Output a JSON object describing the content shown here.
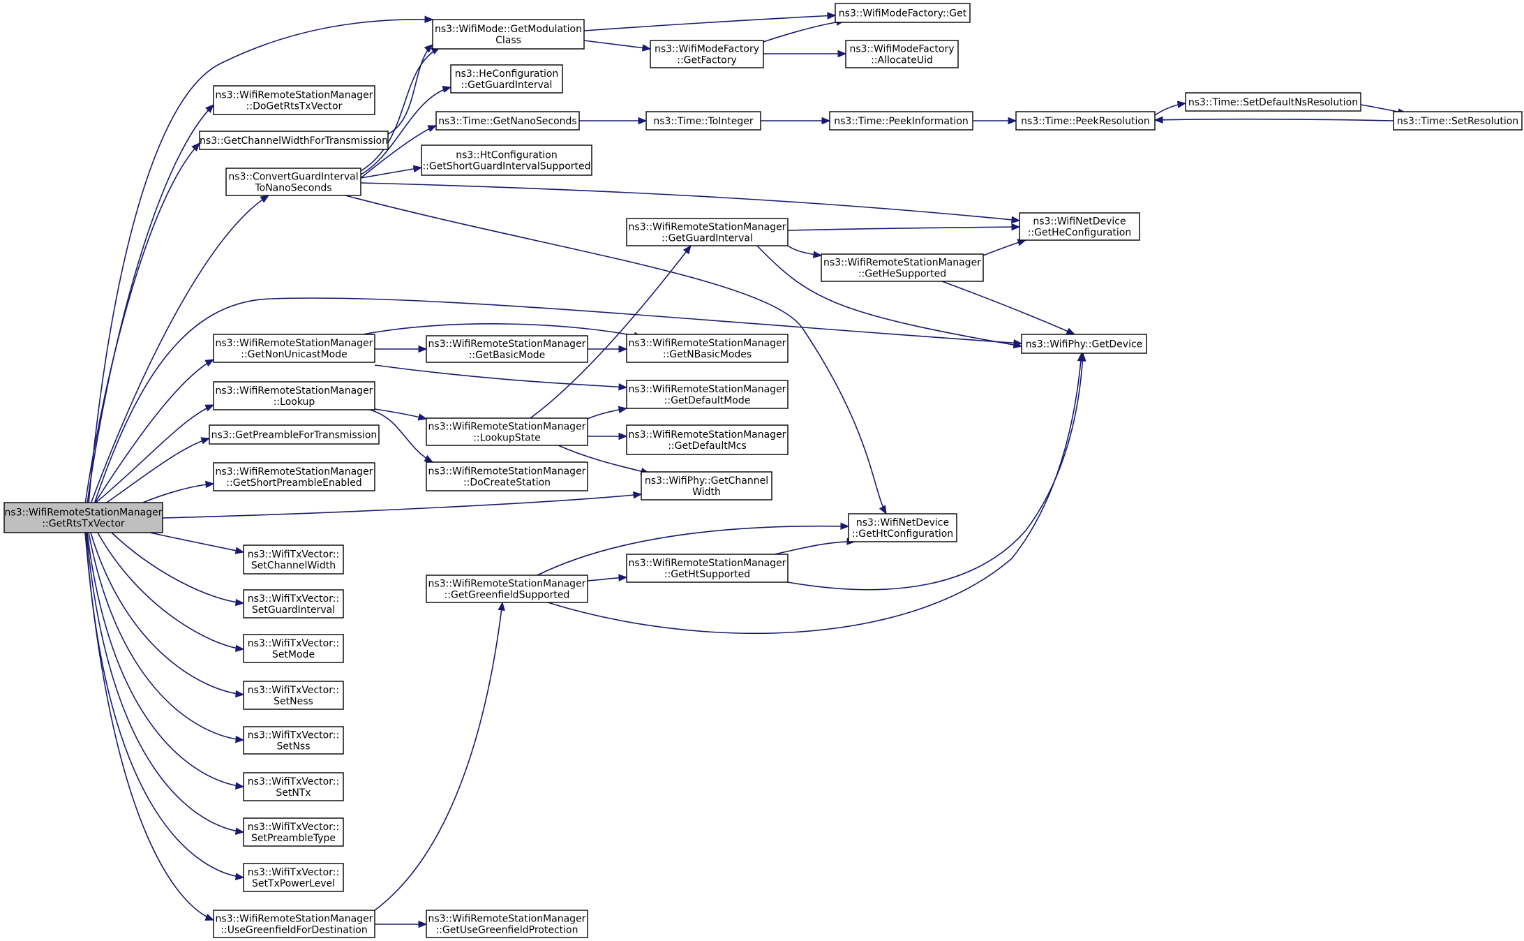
{
  "diagram": {
    "nodes": [
      {
        "id": "root",
        "lines": [
          "ns3::WifiRemoteStationManager",
          "::GetRtsTxVector"
        ]
      },
      {
        "id": "getModClass",
        "lines": [
          "ns3::WifiMode::GetModulation",
          "Class"
        ]
      },
      {
        "id": "modeFactoryGet",
        "lines": [
          "ns3::WifiModeFactory::Get"
        ]
      },
      {
        "id": "modeFactoryGetFactory",
        "lines": [
          "ns3::WifiModeFactory",
          "::GetFactory"
        ]
      },
      {
        "id": "allocateUid",
        "lines": [
          "ns3::WifiModeFactory",
          "::AllocateUid"
        ]
      },
      {
        "id": "doGetRts",
        "lines": [
          "ns3::WifiRemoteStationManager",
          "::DoGetRtsTxVector"
        ]
      },
      {
        "id": "heGuard",
        "lines": [
          "ns3::HeConfiguration",
          "::GetGuardInterval"
        ]
      },
      {
        "id": "chanWidthTx",
        "lines": [
          "ns3::GetChannelWidthForTransmission"
        ]
      },
      {
        "id": "getNano",
        "lines": [
          "ns3::Time::GetNanoSeconds"
        ]
      },
      {
        "id": "toInteger",
        "lines": [
          "ns3::Time::ToInteger"
        ]
      },
      {
        "id": "peekInfo",
        "lines": [
          "ns3::Time::PeekInformation"
        ]
      },
      {
        "id": "peekRes",
        "lines": [
          "ns3::Time::PeekResolution"
        ]
      },
      {
        "id": "setDefNs",
        "lines": [
          "ns3::Time::SetDefaultNsResolution"
        ]
      },
      {
        "id": "setRes",
        "lines": [
          "ns3::Time::SetResolution"
        ]
      },
      {
        "id": "convGuard",
        "lines": [
          "ns3::ConvertGuardInterval",
          "ToNanoSeconds"
        ]
      },
      {
        "id": "htShortGi",
        "lines": [
          "ns3::HtConfiguration",
          "::GetShortGuardIntervalSupported"
        ]
      },
      {
        "id": "wrsmGuard",
        "lines": [
          "ns3::WifiRemoteStationManager",
          "::GetGuardInterval"
        ]
      },
      {
        "id": "getHeConf",
        "lines": [
          "ns3::WifiNetDevice",
          "::GetHeConfiguration"
        ]
      },
      {
        "id": "heSupported",
        "lines": [
          "ns3::WifiRemoteStationManager",
          "::GetHeSupported"
        ]
      },
      {
        "id": "nonUnicast",
        "lines": [
          "ns3::WifiRemoteStationManager",
          "::GetNonUnicastMode"
        ]
      },
      {
        "id": "basicMode",
        "lines": [
          "ns3::WifiRemoteStationManager",
          "::GetBasicMode"
        ]
      },
      {
        "id": "nBasicModes",
        "lines": [
          "ns3::WifiRemoteStationManager",
          "::GetNBasicModes"
        ]
      },
      {
        "id": "phyDevice",
        "lines": [
          "ns3::WifiPhy::GetDevice"
        ]
      },
      {
        "id": "lookup",
        "lines": [
          "ns3::WifiRemoteStationManager",
          "::Lookup"
        ]
      },
      {
        "id": "defaultMode",
        "lines": [
          "ns3::WifiRemoteStationManager",
          "::GetDefaultMode"
        ]
      },
      {
        "id": "lookupState",
        "lines": [
          "ns3::WifiRemoteStationManager",
          "::LookupState"
        ]
      },
      {
        "id": "defaultMcs",
        "lines": [
          "ns3::WifiRemoteStationManager",
          "::GetDefaultMcs"
        ]
      },
      {
        "id": "preambleTx",
        "lines": [
          "ns3::GetPreambleForTransmission"
        ]
      },
      {
        "id": "shortPreamble",
        "lines": [
          "ns3::WifiRemoteStationManager",
          "::GetShortPreambleEnabled"
        ]
      },
      {
        "id": "doCreate",
        "lines": [
          "ns3::WifiRemoteStationManager",
          "::DoCreateStation"
        ]
      },
      {
        "id": "phyChanWidth",
        "lines": [
          "ns3::WifiPhy::GetChannel",
          "Width"
        ]
      },
      {
        "id": "getHtConf",
        "lines": [
          "ns3::WifiNetDevice",
          "::GetHtConfiguration"
        ]
      },
      {
        "id": "setChanWidth",
        "lines": [
          "ns3::WifiTxVector::",
          "SetChannelWidth"
        ]
      },
      {
        "id": "htSupported",
        "lines": [
          "ns3::WifiRemoteStationManager",
          "::GetHtSupported"
        ]
      },
      {
        "id": "greenfield",
        "lines": [
          "ns3::WifiRemoteStationManager",
          "::GetGreenfieldSupported"
        ]
      },
      {
        "id": "setGuard",
        "lines": [
          "ns3::WifiTxVector::",
          "SetGuardInterval"
        ]
      },
      {
        "id": "setMode",
        "lines": [
          "ns3::WifiTxVector::",
          "SetMode"
        ]
      },
      {
        "id": "setNess",
        "lines": [
          "ns3::WifiTxVector::",
          "SetNess"
        ]
      },
      {
        "id": "setNss",
        "lines": [
          "ns3::WifiTxVector::",
          "SetNss"
        ]
      },
      {
        "id": "setNTx",
        "lines": [
          "ns3::WifiTxVector::",
          "SetNTx"
        ]
      },
      {
        "id": "setPreamble",
        "lines": [
          "ns3::WifiTxVector::",
          "SetPreambleType"
        ]
      },
      {
        "id": "setTxPower",
        "lines": [
          "ns3::WifiTxVector::",
          "SetTxPowerLevel"
        ]
      },
      {
        "id": "useGreenfield",
        "lines": [
          "ns3::WifiRemoteStationManager",
          "::UseGreenfieldForDestination"
        ]
      },
      {
        "id": "greenProt",
        "lines": [
          "ns3::WifiRemoteStationManager",
          "::GetUseGreenfieldProtection"
        ]
      }
    ],
    "edges": [
      [
        "root",
        "getModClass"
      ],
      [
        "root",
        "doGetRts"
      ],
      [
        "root",
        "chanWidthTx"
      ],
      [
        "root",
        "convGuard"
      ],
      [
        "root",
        "phyDevice"
      ],
      [
        "root",
        "nonUnicast"
      ],
      [
        "root",
        "lookup"
      ],
      [
        "root",
        "preambleTx"
      ],
      [
        "root",
        "shortPreamble"
      ],
      [
        "root",
        "phyChanWidth"
      ],
      [
        "root",
        "setChanWidth"
      ],
      [
        "root",
        "setGuard"
      ],
      [
        "root",
        "setMode"
      ],
      [
        "root",
        "setNess"
      ],
      [
        "root",
        "setNss"
      ],
      [
        "root",
        "setNTx"
      ],
      [
        "root",
        "setPreamble"
      ],
      [
        "root",
        "setTxPower"
      ],
      [
        "root",
        "useGreenfield"
      ],
      [
        "getModClass",
        "modeFactoryGet"
      ],
      [
        "getModClass",
        "modeFactoryGetFactory"
      ],
      [
        "modeFactoryGetFactory",
        "modeFactoryGet"
      ],
      [
        "modeFactoryGetFactory",
        "allocateUid"
      ],
      [
        "chanWidthTx",
        "getModClass"
      ],
      [
        "convGuard",
        "getModClass"
      ],
      [
        "convGuard",
        "heGuard"
      ],
      [
        "convGuard",
        "getNano"
      ],
      [
        "convGuard",
        "htShortGi"
      ],
      [
        "convGuard",
        "getHeConf"
      ],
      [
        "convGuard",
        "getHtConf"
      ],
      [
        "getNano",
        "toInteger"
      ],
      [
        "toInteger",
        "peekInfo"
      ],
      [
        "peekInfo",
        "peekRes"
      ],
      [
        "peekRes",
        "setDefNs"
      ],
      [
        "setDefNs",
        "setRes"
      ],
      [
        "setRes",
        "peekRes"
      ],
      [
        "wrsmGuard",
        "getHeConf"
      ],
      [
        "wrsmGuard",
        "heSupported"
      ],
      [
        "wrsmGuard",
        "phyDevice"
      ],
      [
        "heSupported",
        "getHeConf"
      ],
      [
        "heSupported",
        "phyDevice"
      ],
      [
        "nonUnicast",
        "nBasicModes"
      ],
      [
        "nonUnicast",
        "basicMode"
      ],
      [
        "nonUnicast",
        "defaultMode"
      ],
      [
        "basicMode",
        "nBasicModes"
      ],
      [
        "lookup",
        "lookupState"
      ],
      [
        "lookup",
        "doCreate"
      ],
      [
        "lookupState",
        "wrsmGuard"
      ],
      [
        "lookupState",
        "defaultMode"
      ],
      [
        "lookupState",
        "defaultMcs"
      ],
      [
        "lookupState",
        "phyChanWidth"
      ],
      [
        "useGreenfield",
        "greenfield"
      ],
      [
        "useGreenfield",
        "greenProt"
      ],
      [
        "greenfield",
        "getHtConf"
      ],
      [
        "greenfield",
        "htSupported"
      ],
      [
        "greenfield",
        "phyDevice"
      ],
      [
        "htSupported",
        "getHtConf"
      ],
      [
        "htSupported",
        "phyDevice"
      ]
    ]
  }
}
